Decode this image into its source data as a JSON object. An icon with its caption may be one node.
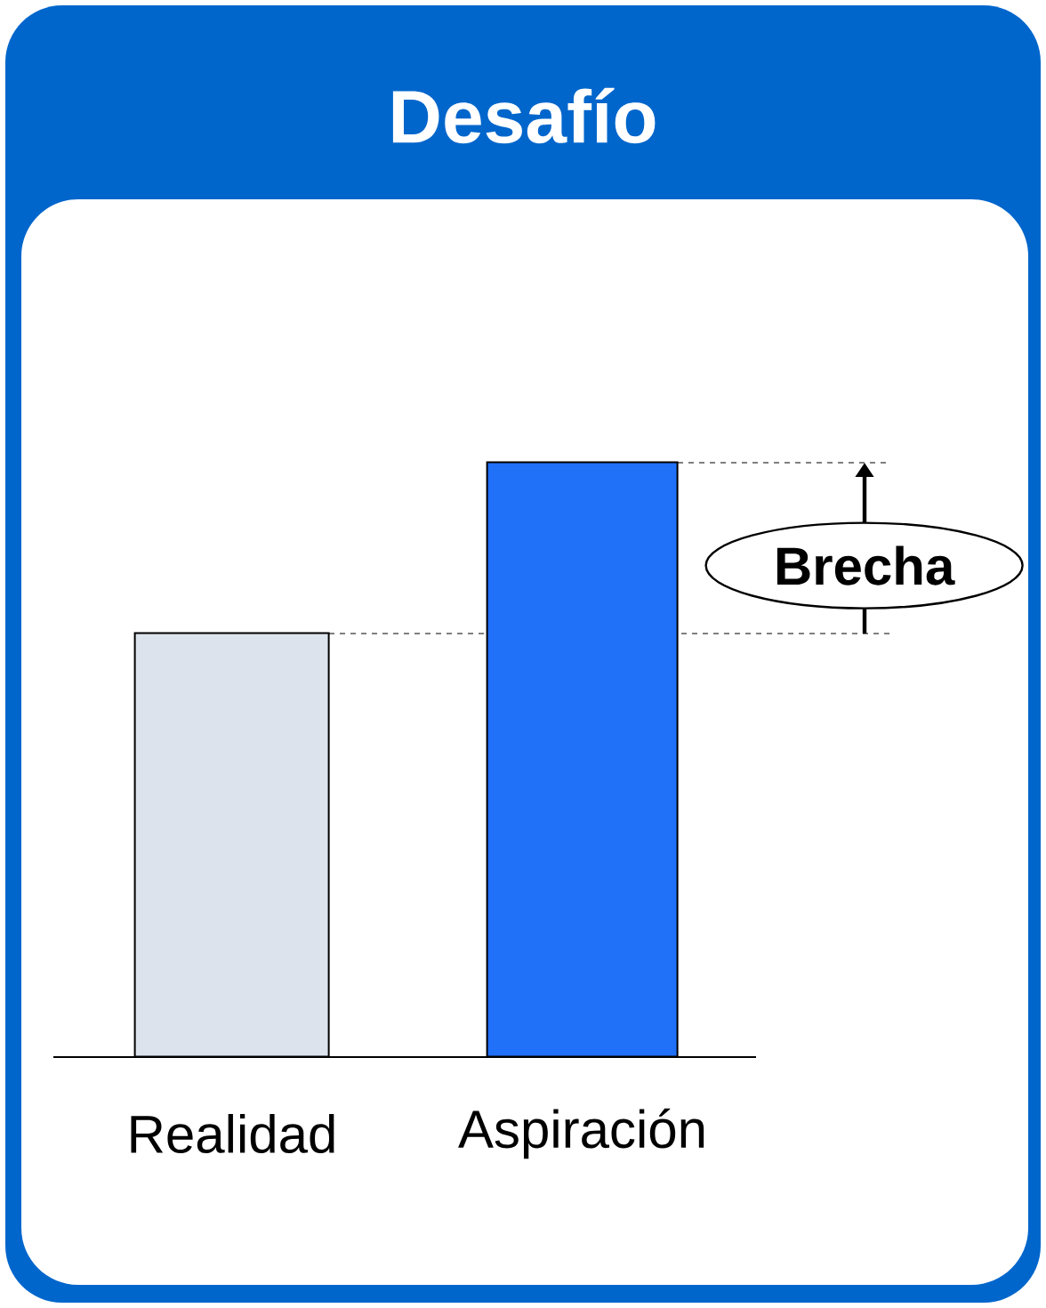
{
  "diagram": {
    "nodes": [
      {
        "text": [
          "Desafío"
        ]
      },
      {
        "text": [],
        "shape": "bar",
        "in": 0,
        "beside": [
          "Realidad"
        ]
      },
      {
        "text": [],
        "shape": "bar",
        "in": 0,
        "beside": [
          "Aspiración"
        ]
      },
      {
        "text": [
          "Brecha"
        ],
        "in": 0
      }
    ]
  }
}
